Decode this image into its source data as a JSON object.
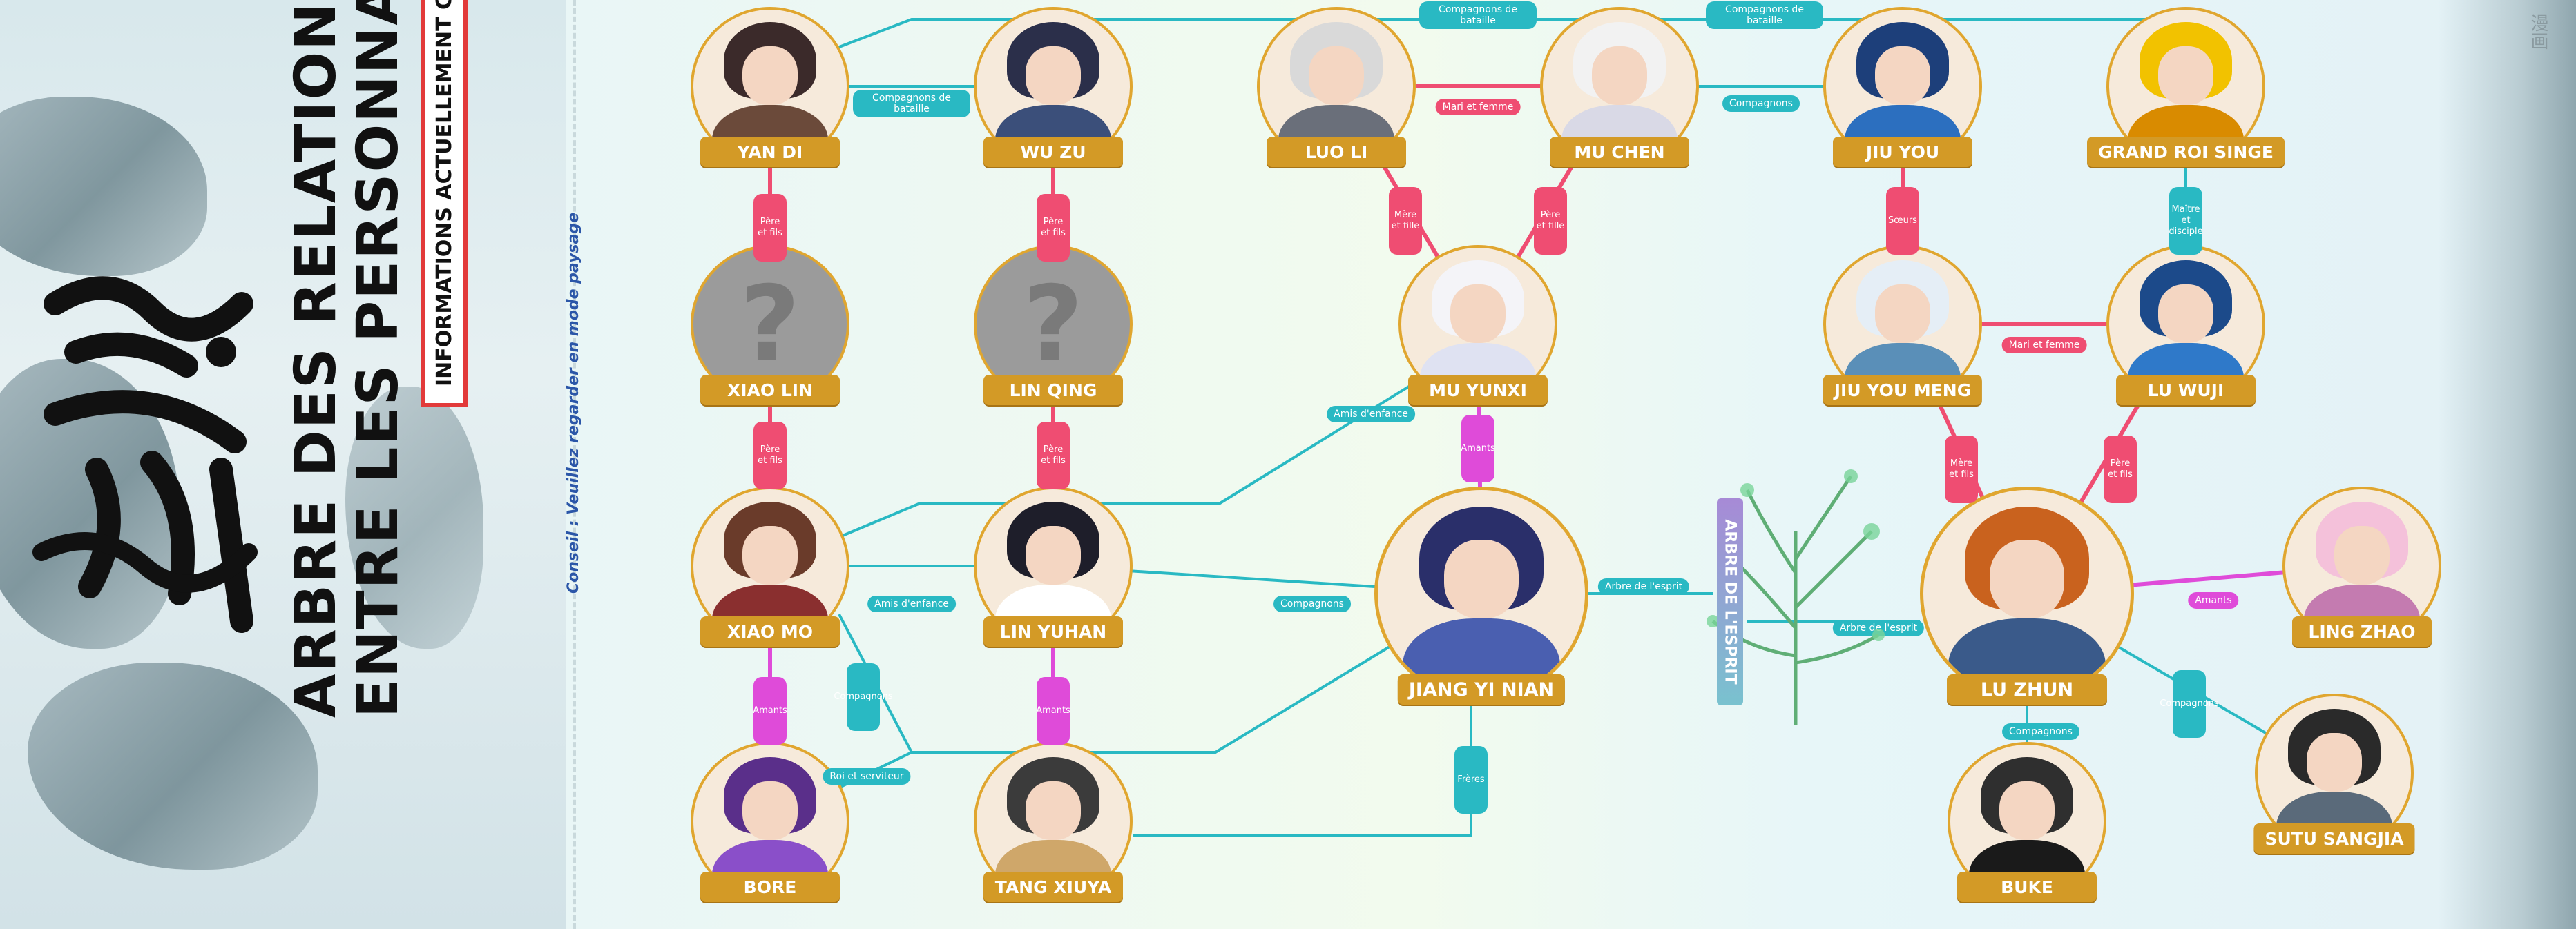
{
  "title": {
    "line1": "ARBRE DES RELATIONS",
    "line2": "ENTRE LES PERSONNAGES",
    "banner": "INFORMATIONS ACTUELLEMENT CONNUES",
    "tip": "Conseil : Veuillez regarder en mode paysage"
  },
  "tree_label": "ARBRE DE L'ESPRIT",
  "corner_text": "漫画",
  "colors": {
    "teal": "#29b9c3",
    "red": "#ef4d72",
    "magenta": "#df4bd9",
    "gold": "#d39a26"
  },
  "characters": [
    {
      "id": "yan_di",
      "name": "YAN DI",
      "icon": "portrait-warrior"
    },
    {
      "id": "wu_zu",
      "name": "WU ZU",
      "icon": "portrait-elder"
    },
    {
      "id": "luo_li",
      "name": "LUO LI",
      "icon": "portrait-armored"
    },
    {
      "id": "mu_chen",
      "name": "MU CHEN",
      "icon": "portrait-white-hair"
    },
    {
      "id": "jiu_you",
      "name": "JIU YOU",
      "icon": "portrait-blue-hair"
    },
    {
      "id": "grand_roi_singe",
      "name": "GRAND ROI SINGE",
      "icon": "portrait-golden"
    },
    {
      "id": "xiao_lin",
      "name": "XIAO LIN",
      "icon": "unknown-silhouette"
    },
    {
      "id": "lin_qing",
      "name": "LIN QING",
      "icon": "unknown-silhouette"
    },
    {
      "id": "mu_yunxi",
      "name": "MU YUNXI",
      "icon": "portrait-girl-white"
    },
    {
      "id": "jiu_you_meng",
      "name": "JIU YOU MENG",
      "icon": "portrait-veiled"
    },
    {
      "id": "lu_wuji",
      "name": "LU WUJI",
      "icon": "portrait-blue-spirit"
    },
    {
      "id": "xiao_mo",
      "name": "XIAO MO",
      "icon": "portrait-brown-hair"
    },
    {
      "id": "lin_yuhan",
      "name": "LIN YUHAN",
      "icon": "portrait-scholar"
    },
    {
      "id": "jiang_yi_nian",
      "name": "JIANG YI NIAN",
      "icon": "portrait-protagonist"
    },
    {
      "id": "lu_zhun",
      "name": "LU ZHUN",
      "icon": "portrait-orange-hair"
    },
    {
      "id": "ling_zhao",
      "name": "LING ZHAO",
      "icon": "portrait-pink-hair"
    },
    {
      "id": "bore",
      "name": "BORE",
      "icon": "portrait-purple"
    },
    {
      "id": "tang_xiuya",
      "name": "TANG XIUYA",
      "icon": "portrait-noble"
    },
    {
      "id": "buke",
      "name": "BUKE",
      "icon": "portrait-straw-hat"
    },
    {
      "id": "sutu_sangjia",
      "name": "SUTU SANGJIA",
      "icon": "portrait-dark-skin"
    }
  ],
  "relations": [
    {
      "id": "r1",
      "from": "yan_di",
      "to": "wu_zu",
      "label": "Compagnons de bataille",
      "color": "teal"
    },
    {
      "id": "r2",
      "from": "yan_di",
      "to": "xiao_lin",
      "label": "Père et fils",
      "color": "red"
    },
    {
      "id": "r3",
      "from": "wu_zu",
      "to": "lin_qing",
      "label": "Père et fils",
      "color": "red"
    },
    {
      "id": "r4",
      "from": "luo_li",
      "to": "mu_chen",
      "label": "Mari et femme",
      "color": "red"
    },
    {
      "id": "r5",
      "from": "luo_li",
      "to": "mu_yunxi",
      "label": "Mère et fille",
      "color": "red"
    },
    {
      "id": "r6",
      "from": "mu_chen",
      "to": "mu_yunxi",
      "label": "Père et fille",
      "color": "red"
    },
    {
      "id": "r7",
      "from": "mu_chen",
      "to": "jiu_you",
      "label": "Compagnons",
      "color": "teal"
    },
    {
      "id": "r8",
      "from": "yan_di",
      "to": "mu_chen",
      "label": "Compagnons de bataille",
      "color": "teal"
    },
    {
      "id": "r9",
      "from": "mu_chen",
      "to": "grand_roi_singe",
      "label": "Compagnons de bataille",
      "color": "teal"
    },
    {
      "id": "r10",
      "from": "jiu_you",
      "to": "jiu_you_meng",
      "label": "Sœurs",
      "color": "red"
    },
    {
      "id": "r11",
      "from": "grand_roi_singe",
      "to": "lu_wuji",
      "label": "Maître et disciple",
      "color": "teal"
    },
    {
      "id": "r12",
      "from": "jiu_you_meng",
      "to": "lu_wuji",
      "label": "Mari et femme",
      "color": "red"
    },
    {
      "id": "r13",
      "from": "xiao_lin",
      "to": "xiao_mo",
      "label": "Père et fils",
      "color": "red"
    },
    {
      "id": "r14",
      "from": "lin_qing",
      "to": "lin_yuhan",
      "label": "Père et fils",
      "color": "red"
    },
    {
      "id": "r15",
      "from": "mu_yunxi",
      "to": "xiao_mo",
      "label": "Amis d'enfance",
      "color": "teal"
    },
    {
      "id": "r16",
      "from": "mu_yunxi",
      "to": "jiang_yi_nian",
      "label": "Amants",
      "color": "magenta"
    },
    {
      "id": "r17",
      "from": "jiu_you_meng",
      "to": "lu_zhun",
      "label": "Mère et fils",
      "color": "red"
    },
    {
      "id": "r18",
      "from": "lu_wuji",
      "to": "lu_zhun",
      "label": "Père et fils",
      "color": "red"
    },
    {
      "id": "r19",
      "from": "xiao_mo",
      "to": "lin_yuhan",
      "label": "Amis d'enfance",
      "color": "teal"
    },
    {
      "id": "r20",
      "from": "lin_yuhan",
      "to": "jiang_yi_nian",
      "label": "Compagnons",
      "color": "teal"
    },
    {
      "id": "r21",
      "from": "jiang_yi_nian",
      "to": "tree",
      "label": "Arbre de l'esprit",
      "color": "teal"
    },
    {
      "id": "r22",
      "from": "tree",
      "to": "lu_zhun",
      "label": "Arbre de l'esprit",
      "color": "teal"
    },
    {
      "id": "r23",
      "from": "lu_zhun",
      "to": "ling_zhao",
      "label": "Amants",
      "color": "magenta"
    },
    {
      "id": "r24",
      "from": "xiao_mo",
      "to": "bore",
      "label": "Amants",
      "color": "magenta"
    },
    {
      "id": "r25",
      "from": "lin_yuhan",
      "to": "tang_xiuya",
      "label": "Amants",
      "color": "magenta"
    },
    {
      "id": "r26",
      "from": "xiao_mo",
      "to": "jiang_yi_nian",
      "label": "Compagnons",
      "color": "teal"
    },
    {
      "id": "r27",
      "from": "bore",
      "to": "jiang_yi_nian",
      "label": "Roi et serviteur",
      "color": "teal"
    },
    {
      "id": "r28",
      "from": "jiang_yi_nian",
      "to": "tang_xiuya",
      "label": "Frères",
      "color": "teal"
    },
    {
      "id": "r29",
      "from": "lu_zhun",
      "to": "buke",
      "label": "Compagnons",
      "color": "teal"
    },
    {
      "id": "r30",
      "from": "lu_zhun",
      "to": "sutu_sangjia",
      "label": "Compagnons",
      "color": "teal"
    }
  ]
}
